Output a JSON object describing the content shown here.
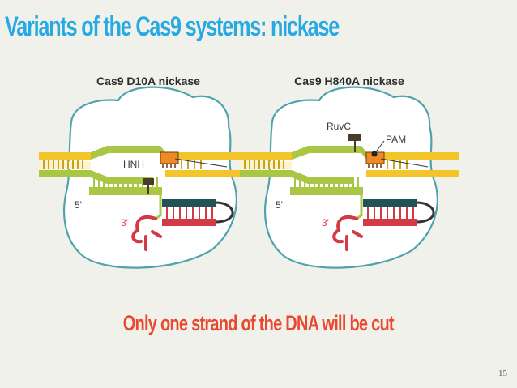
{
  "slide": {
    "title": "Variants of the Cas9 systems: nickase",
    "caption": "Only one strand of the DNA will be cut",
    "page_number": "15"
  },
  "panels": [
    {
      "title": "Cas9 D10A nickase",
      "labels": {
        "hnh": "HNH",
        "five_prime": "5'",
        "three_prime": "3'"
      }
    },
    {
      "title": "Cas9 H840A nickase",
      "labels": {
        "ruvc": "RuvC",
        "pam": "PAM",
        "five_prime": "5'",
        "three_prime": "3'"
      }
    }
  ],
  "colors": {
    "title": "#27a9e1",
    "caption": "#e8492f",
    "dna_yellow": "#f3c52a",
    "guide_green": "#a9c644",
    "target_dark": "#1f5356",
    "rna_red": "#d43a45",
    "pam_orange": "#f08a24",
    "cas9_outline": "#4fa3ad"
  }
}
